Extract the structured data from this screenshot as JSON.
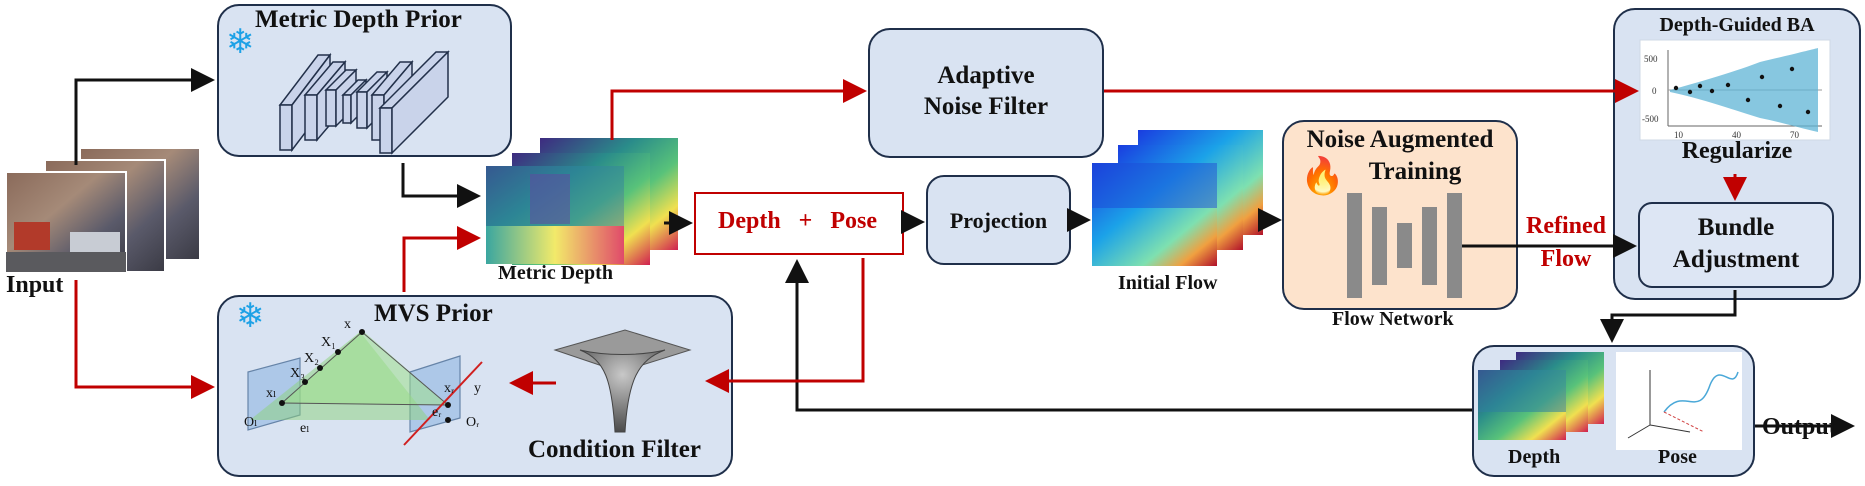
{
  "labels": {
    "input": "Input",
    "metric_depth_prior": "Metric Depth Prior",
    "metric_depth": "Metric Depth",
    "mvs_prior": "MVS Prior",
    "condition_filter": "Condition Filter",
    "adaptive_noise_filter_line1": "Adaptive",
    "adaptive_noise_filter_line2": "Noise Filter",
    "depth": "Depth",
    "plus": "+",
    "pose": "Pose",
    "projection": "Projection",
    "initial_flow": "Initial Flow",
    "noise_augmented_line1": "Noise Augmented",
    "noise_augmented_line2": "Training",
    "flow_network": "Flow Network",
    "refined": "Refined",
    "flow": "Flow",
    "depth_guided_ba": "Depth-Guided BA",
    "regularize": "Regularize",
    "bundle_line1": "Bundle",
    "bundle_line2": "Adjustment",
    "output": "Output",
    "out_depth": "Depth",
    "out_pose": "Pose"
  },
  "mvs_glyphs": {
    "x": "x",
    "x1": "X₁",
    "x2": "X₂",
    "x3": "X₃",
    "xl": "xₗ",
    "xr": "xᵣ",
    "el": "eₗ",
    "er": "eᵣ",
    "ol": "Oₗ",
    "or": "Oᵣ",
    "y": "y"
  },
  "plot_ticks": {
    "y": [
      "500",
      "0",
      "-500"
    ],
    "x": [
      "10",
      "40",
      "70"
    ]
  },
  "colors": {
    "box_fill": "#d9e3f2",
    "box_border": "#1f2f4a",
    "noise_fill": "#fde3cc",
    "red_arrow": "#c00000",
    "black_arrow": "#111111"
  },
  "icons": [
    "snowflake-icon",
    "fire-icon"
  ]
}
